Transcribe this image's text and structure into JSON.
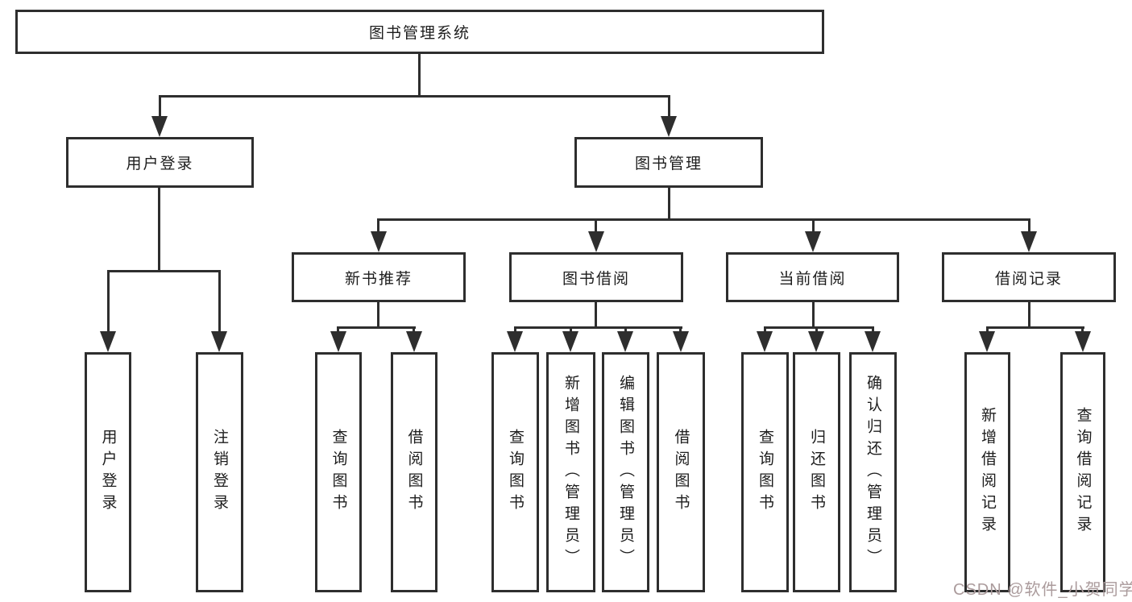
{
  "diagram": {
    "root": {
      "label": "图书管理系统"
    },
    "level2": {
      "user_login": {
        "label": "用户登录"
      },
      "book_management": {
        "label": "图书管理"
      }
    },
    "level3": {
      "new_book_recommend": {
        "label": "新书推荐"
      },
      "book_borrowing": {
        "label": "图书借阅"
      },
      "current_borrowing": {
        "label": "当前借阅"
      },
      "borrow_records": {
        "label": "借阅记录"
      }
    },
    "leaves": {
      "user_login": {
        "label": "用户登录"
      },
      "logout": {
        "label": "注销登录"
      },
      "nb_query_books": {
        "label": "查询图书"
      },
      "nb_borrow_books": {
        "label": "借阅图书"
      },
      "bb_query_books": {
        "label": "查询图书"
      },
      "bb_add_books_admin": {
        "label": "新增图书（管理员）"
      },
      "bb_edit_books_admin": {
        "label": "编辑图书（管理员）"
      },
      "bb_borrow_books": {
        "label": "借阅图书"
      },
      "cb_query_books": {
        "label": "查询图书"
      },
      "cb_return_books": {
        "label": "归还图书"
      },
      "cb_confirm_return_admin": {
        "label": "确认归还（管理员）"
      },
      "br_add_record": {
        "label": "新增借阅记录"
      },
      "br_query_record": {
        "label": "查询借阅记录"
      }
    }
  },
  "watermark": {
    "text": "CSDN @软件_小贺同学"
  },
  "colors": {
    "line": "#2e2e2e",
    "text": "#1d1d1d",
    "background": "#ffffff",
    "watermark": "#ab9b9c"
  }
}
